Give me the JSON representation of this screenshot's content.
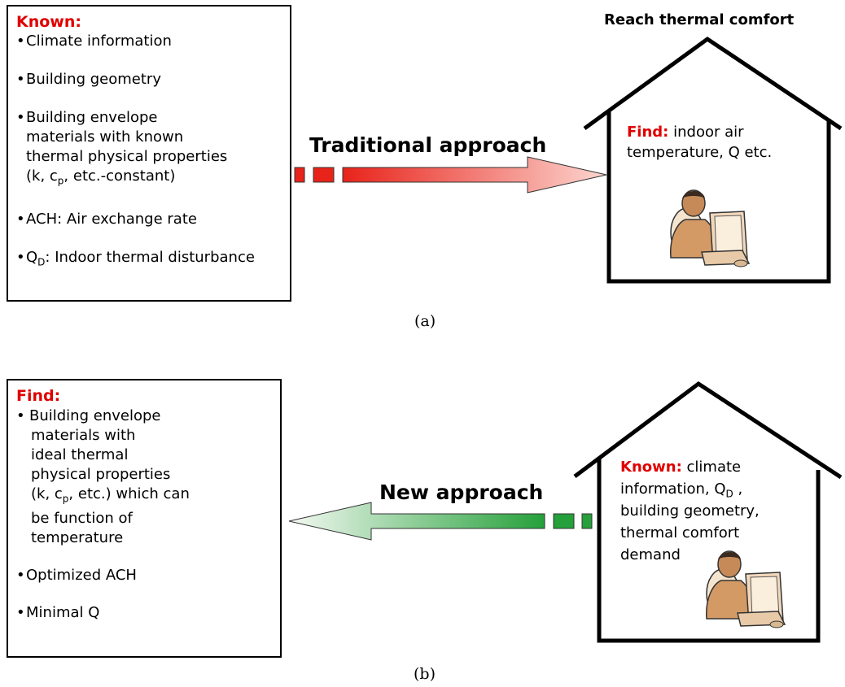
{
  "panel_a": {
    "known_box": {
      "heading": "Known:",
      "items": [
        {
          "pre": "Climate information",
          "sub": "",
          "post": ""
        },
        {
          "pre": "Building geometry",
          "sub": "",
          "post": ""
        },
        {
          "pre": "Building envelope",
          "sub": "",
          "post": ""
        },
        {
          "pre": "materials with known",
          "sub": "",
          "post": ""
        },
        {
          "pre": "thermal physical properties",
          "sub": "",
          "post": ""
        },
        {
          "pre": "(k, c",
          "sub": "p",
          "post": ", etc.-constant)"
        },
        {
          "pre": "ACH: Air exchange rate",
          "sub": "",
          "post": ""
        },
        {
          "pre": "Q",
          "sub": "D",
          "post": ": Indoor thermal disturbance"
        }
      ]
    },
    "arrow_label": "Traditional approach",
    "house_title": "Reach thermal comfort",
    "find_heading": "Find:",
    "find_text_1": "indoor air",
    "find_text_2": "temperature, Q etc.",
    "caption": "(a)"
  },
  "panel_b": {
    "find_box": {
      "heading": "Find:",
      "items": [
        {
          "pre": "Building envelope",
          "sub": "",
          "post": ""
        },
        {
          "pre": "materials with",
          "sub": "",
          "post": ""
        },
        {
          "pre": "ideal thermal",
          "sub": "",
          "post": ""
        },
        {
          "pre": "physical properties",
          "sub": "",
          "post": ""
        },
        {
          "pre": "(k, c",
          "sub": "p",
          "post": ", etc.) which can"
        },
        {
          "pre": "be function of",
          "sub": "",
          "post": ""
        },
        {
          "pre": "temperature",
          "sub": "",
          "post": ""
        },
        {
          "pre": "Optimized ACH",
          "sub": "",
          "post": ""
        },
        {
          "pre": "Minimal Q",
          "sub": "",
          "post": ""
        }
      ]
    },
    "arrow_label": "New approach",
    "known_heading": "Known:",
    "known_lines": [
      {
        "pre": "climate",
        "sub": "",
        "post": ""
      },
      {
        "pre": "information, Q",
        "sub": "D",
        "post": " ,"
      },
      {
        "pre": "building geometry,",
        "sub": "",
        "post": ""
      },
      {
        "pre": "thermal comfort",
        "sub": "",
        "post": ""
      },
      {
        "pre": "demand",
        "sub": "",
        "post": ""
      }
    ],
    "caption": "(b)"
  },
  "colors": {
    "heading_red": "#e00000",
    "arrow_red_start": "#e8231a",
    "arrow_red_end": "#fcd6d0",
    "arrow_green_start": "#f4f9f2",
    "arrow_green_end": "#25a03a"
  }
}
